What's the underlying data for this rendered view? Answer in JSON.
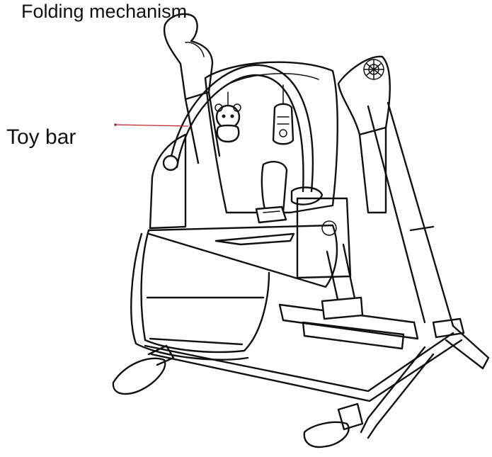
{
  "labels": {
    "folding_mechanism": "Folding mechanism",
    "toy_bar": "Toy bar"
  },
  "colors": {
    "ink": "#111111",
    "pointer": "#c0242b",
    "background": "#ffffff"
  },
  "icons": {
    "product": "baby-swing-chair-illustration"
  }
}
